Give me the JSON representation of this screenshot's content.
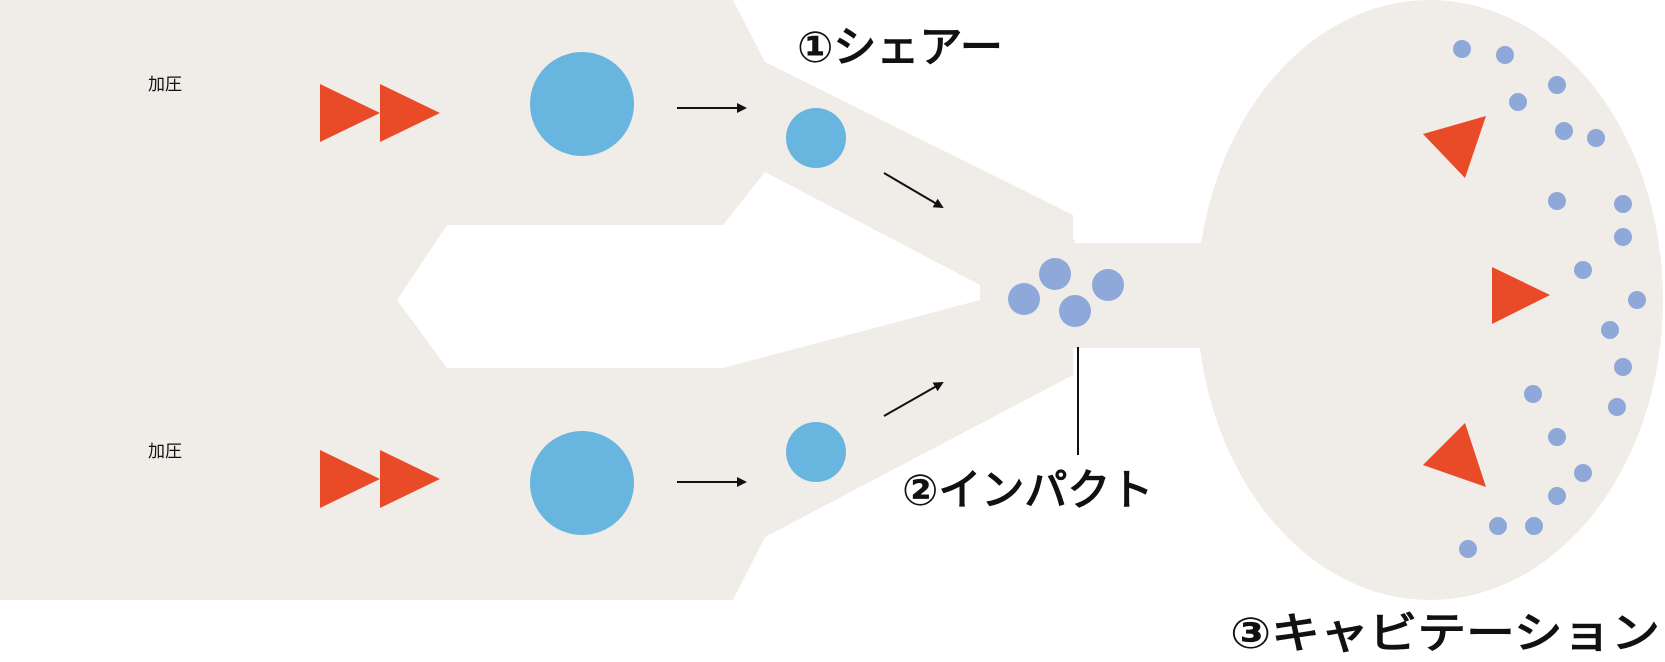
{
  "labels": {
    "pressure_top": "加圧",
    "pressure_bottom": "加圧",
    "stage_shear": "①シェアー",
    "stage_impact": "②インパクト",
    "stage_cavitation": "③キャビテーション"
  },
  "colors": {
    "channel": "#f0ece7",
    "pressure_arrow": "#e94a27",
    "large_droplet": "#68b5e0",
    "small_droplet": "#8ea9d9",
    "flow_arrow": "#111111",
    "text": "#111111",
    "background": "#ffffff"
  },
  "icons": {
    "pressure": "double-play-icon",
    "flow": "arrow-icon",
    "collapse_arrow": "triangle-icon"
  }
}
